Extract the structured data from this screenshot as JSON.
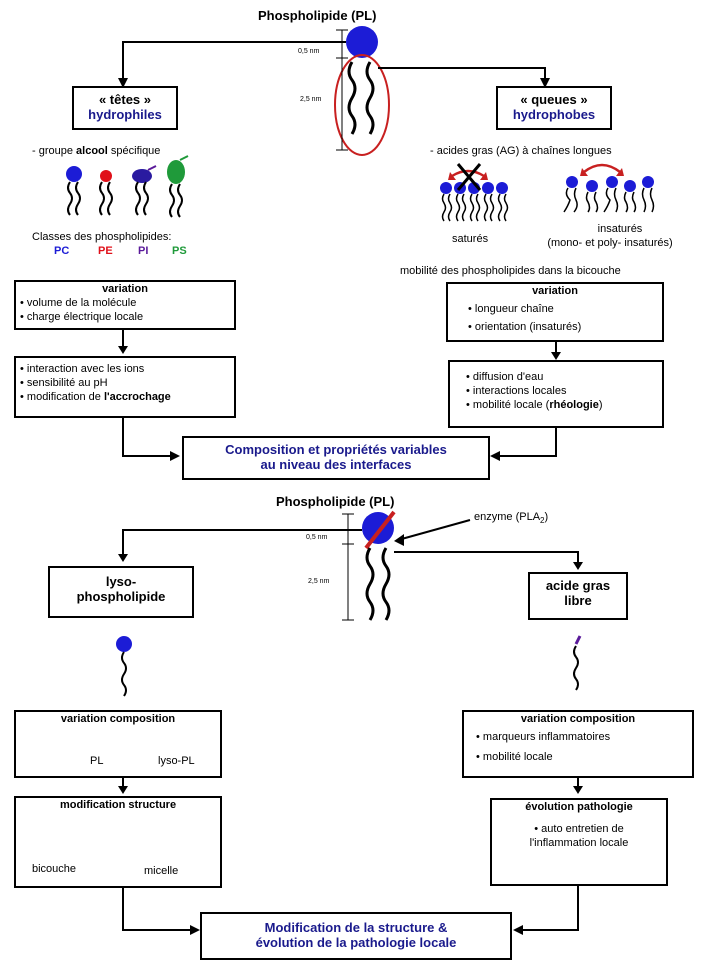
{
  "colors": {
    "head_blue": "#1c1cd6",
    "head_red": "#e0101a",
    "head_purple": "#5a1a9a",
    "head_green": "#1f9a3a",
    "dark_blue": "#1a1a8c",
    "ellipse_red": "#c82020"
  },
  "top": {
    "title": "Phospholipide (PL)",
    "dim_head": "0,5 nm",
    "dim_tail": "2,5 nm",
    "heads_box": {
      "line1": "« têtes »",
      "line2": "hydrophiles"
    },
    "tails_box": {
      "line1": "« queues »",
      "line2": "hydrophobes"
    },
    "heads_note_pre": "- groupe ",
    "heads_note_bold": "alcool",
    "heads_note_post": " spécifique",
    "tails_note": "- acides gras (AG) à chaînes longues",
    "classes_label": "Classes des phospholipides:",
    "classes": [
      "PC",
      "PE",
      "PI",
      "PS"
    ],
    "saturated_label": "saturés",
    "unsat_label1": "insaturés",
    "unsat_label2": "(mono- et poly- insaturés)",
    "mobility_note": "mobilité des phospholipides dans la bicouche",
    "left_var": {
      "title": "variation",
      "items": [
        "• volume de la molécule",
        "• charge électrique locale"
      ]
    },
    "right_var": {
      "title": "variation",
      "items": [
        "• longueur chaîne",
        "• orientation (insaturés)"
      ]
    },
    "left_eff": {
      "items": [
        "• interaction avec les ions",
        "• sensibilité au pH"
      ],
      "last_pre": "• modification de ",
      "last_bold": "l'accrochage"
    },
    "right_eff": {
      "items": [
        "• diffusion d'eau",
        "• interactions locales"
      ],
      "last_pre": "• mobilité locale (",
      "last_bold": "rhéologie",
      "last_post": ")"
    },
    "result": {
      "line1": "Composition et propriétés variables",
      "line2": "au niveau des interfaces"
    }
  },
  "bottom": {
    "title": "Phospholipide (PL)",
    "dim_head": "0,5 nm",
    "dim_tail": "2,5 nm",
    "enzyme": "enzyme (PLA",
    "enzyme_sub": "2",
    "enzyme_close": ")",
    "lyso_box": {
      "line1": "lyso-",
      "line2": "phospholipide"
    },
    "fa_box": {
      "line1": "acide gras",
      "line2": "libre"
    },
    "left_comp": {
      "title": "variation composition",
      "pl": "PL",
      "lyso": "lyso-PL"
    },
    "right_comp": {
      "title": "variation composition",
      "items": [
        "• marqueurs inflammatoires",
        "• mobilité locale"
      ]
    },
    "left_struct": {
      "title": "modification structure",
      "bilayer": "bicouche",
      "micelle": "micelle"
    },
    "right_patho": {
      "title": "évolution pathologie",
      "line1": "• auto entretien de",
      "line2": "l'inflammation locale"
    },
    "result": {
      "line1": "Modification de la structure &",
      "line2": "évolution de la pathologie locale"
    }
  }
}
